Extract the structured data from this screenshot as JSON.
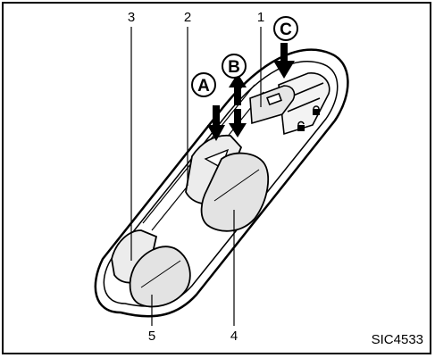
{
  "figure": {
    "code": "SIC4533",
    "callouts": [
      {
        "id": "1",
        "label": "1"
      },
      {
        "id": "2",
        "label": "2"
      },
      {
        "id": "3",
        "label": "3"
      },
      {
        "id": "4",
        "label": "4"
      },
      {
        "id": "5",
        "label": "5"
      }
    ],
    "arrow_labels": [
      {
        "id": "A",
        "label": "A"
      },
      {
        "id": "B",
        "label": "B"
      },
      {
        "id": "C",
        "label": "C"
      }
    ]
  }
}
